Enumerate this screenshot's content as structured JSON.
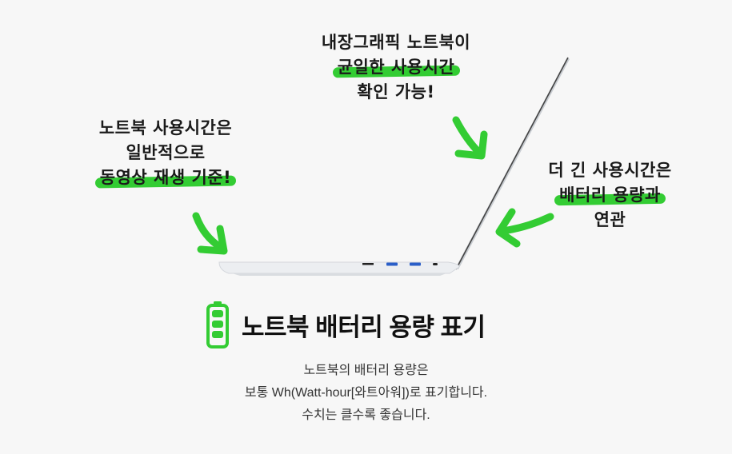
{
  "notes": {
    "top": [
      "내장그래픽 노트북이",
      "균일한 사용시간",
      "확인 가능!"
    ],
    "left": [
      "노트북 사용시간은",
      "일반적으로",
      "동영상 재생 기준!"
    ],
    "right": [
      "더 긴 사용시간은",
      "배터리 용량과",
      "연관"
    ]
  },
  "icons": {
    "battery": "battery-full-icon",
    "arrow": "hand-drawn-arrow-icon",
    "laptop": "laptop-side-view-illustration"
  },
  "colors": {
    "accent": "#33cc33",
    "title": "#111111",
    "text": "#333333",
    "background": "#f7f7f7"
  },
  "heading": "노트북 배터리 용량 표기",
  "description": [
    "노트북의 배터리 용량은",
    "보통 Wh(Watt-hour[와트아워])로 표기합니다.",
    "수치는 클수록 좋습니다."
  ]
}
